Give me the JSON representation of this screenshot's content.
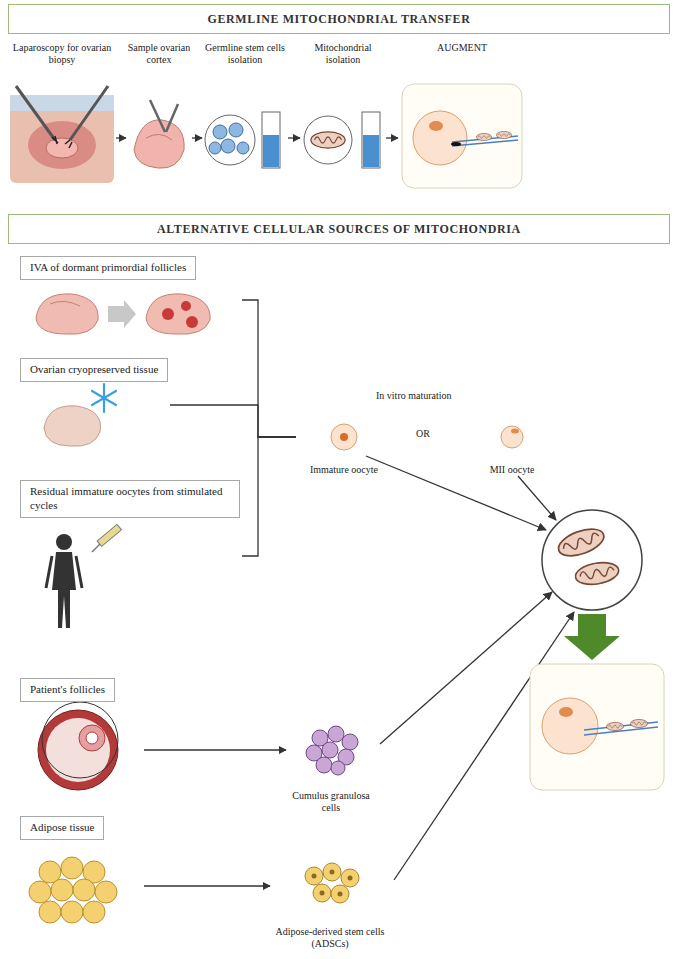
{
  "diagram": {
    "nodes": [
      {
        "text": [
          "GERMLINE MITOCHONDRIAL TRANSFER"
        ]
      },
      {
        "text": [
          "Laparoscopy for ovarian biopsy"
        ]
      },
      {
        "text": [
          "Sample ovarian cortex"
        ]
      },
      {
        "text": [
          "Germline stem cells isolation"
        ]
      },
      {
        "text": [
          "Mitochondrial isolation"
        ]
      },
      {
        "text": [
          "AUGMENT"
        ]
      },
      {
        "text": [
          "ALTERNATIVE CELLULAR SOURCES OF MITOCHONDRIA"
        ]
      },
      {
        "text": [
          "IVA of dormant primordial follicles"
        ]
      },
      {
        "text": [
          "Ovarian cryopreserved tissue"
        ]
      },
      {
        "text": [
          "Residual immature oocytes from stimulated cycles"
        ]
      },
      {
        "text": [
          "Immature oocyte"
        ]
      },
      {
        "text": [
          "MII oocyte"
        ]
      },
      {
        "text": [
          "Patient's follicles"
        ]
      },
      {
        "text": [
          "Cumulus granulosa cells"
        ]
      },
      {
        "text": [
          "Adipose tissue"
        ]
      },
      {
        "text": [
          "Adipose-derived stem cells (ADSCs)"
        ]
      }
    ],
    "edges": [
      {
        "from": 1,
        "to": 2,
        "arrow": "to"
      },
      {
        "from": 2,
        "to": 3,
        "arrow": "to"
      },
      {
        "from": 3,
        "to": 4,
        "arrow": "to"
      },
      {
        "from": 4,
        "to": 5,
        "arrow": "to"
      },
      {
        "from": 7,
        "to": 10,
        "arrow": "none"
      },
      {
        "from": 8,
        "to": 10,
        "arrow": "none"
      },
      {
        "from": 9,
        "to": 10,
        "arrow": "none"
      },
      {
        "from": 12,
        "to": 13,
        "arrow": "to"
      },
      {
        "from": 14,
        "to": 15,
        "arrow": "to"
      }
    ],
    "labels": [
      "In vitro maturation",
      "OR"
    ]
  }
}
